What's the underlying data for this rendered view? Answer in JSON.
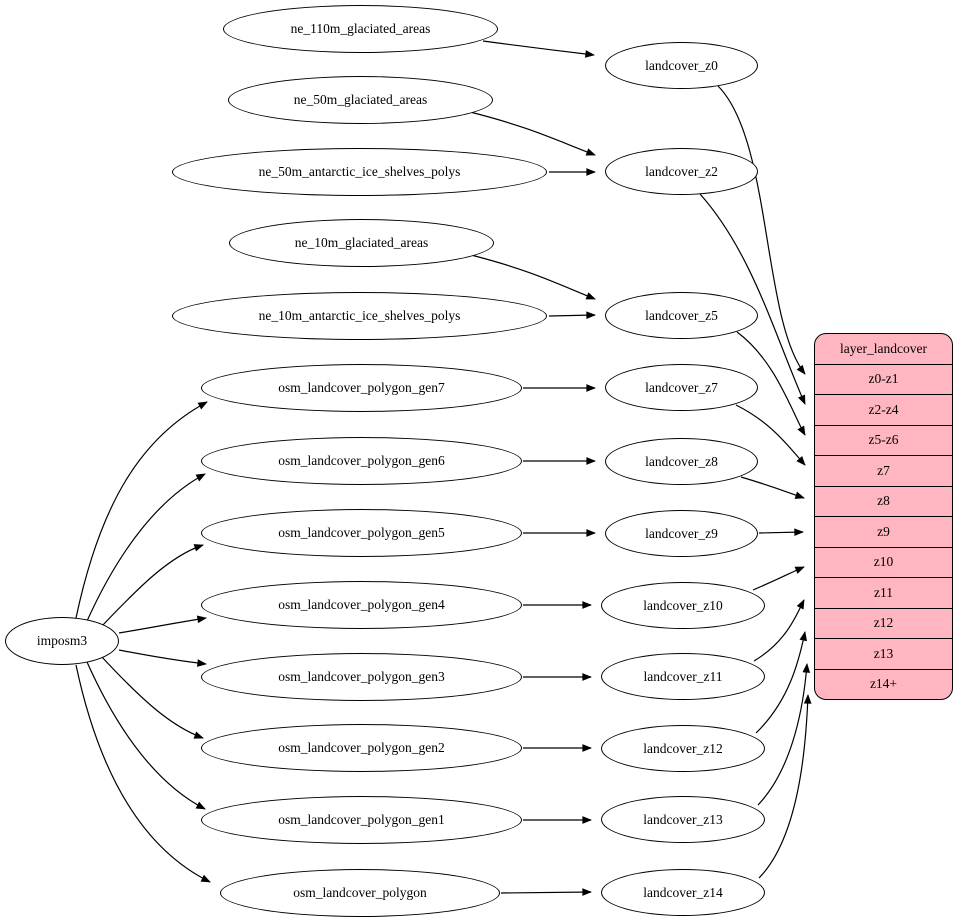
{
  "colors": {
    "background": "#ffffff",
    "node_fill": "#ffffff",
    "node_stroke": "#000000",
    "edge_color": "#000000",
    "record_fill": "#ffb6c1"
  },
  "nodes": {
    "imposm3": "imposm3",
    "ne_110m_glaciated_areas": "ne_110m_glaciated_areas",
    "ne_50m_glaciated_areas": "ne_50m_glaciated_areas",
    "ne_50m_antarctic_ice_shelves_polys": "ne_50m_antarctic_ice_shelves_polys",
    "ne_10m_glaciated_areas": "ne_10m_glaciated_areas",
    "ne_10m_antarctic_ice_shelves_polys": "ne_10m_antarctic_ice_shelves_polys",
    "osm_landcover_polygon_gen7": "osm_landcover_polygon_gen7",
    "osm_landcover_polygon_gen6": "osm_landcover_polygon_gen6",
    "osm_landcover_polygon_gen5": "osm_landcover_polygon_gen5",
    "osm_landcover_polygon_gen4": "osm_landcover_polygon_gen4",
    "osm_landcover_polygon_gen3": "osm_landcover_polygon_gen3",
    "osm_landcover_polygon_gen2": "osm_landcover_polygon_gen2",
    "osm_landcover_polygon_gen1": "osm_landcover_polygon_gen1",
    "osm_landcover_polygon": "osm_landcover_polygon",
    "landcover_z0": "landcover_z0",
    "landcover_z2": "landcover_z2",
    "landcover_z5": "landcover_z5",
    "landcover_z7": "landcover_z7",
    "landcover_z8": "landcover_z8",
    "landcover_z9": "landcover_z9",
    "landcover_z10": "landcover_z10",
    "landcover_z11": "landcover_z11",
    "landcover_z12": "landcover_z12",
    "landcover_z13": "landcover_z13",
    "landcover_z14": "landcover_z14"
  },
  "record": {
    "title": "layer_landcover",
    "rows": [
      "z0-z1",
      "z2-z4",
      "z5-z6",
      "z7",
      "z8",
      "z9",
      "z10",
      "z11",
      "z12",
      "z13",
      "z14+"
    ]
  },
  "edges": [
    {
      "from": "ne_110m_glaciated_areas",
      "to": "landcover_z0"
    },
    {
      "from": "ne_50m_glaciated_areas",
      "to": "landcover_z2"
    },
    {
      "from": "ne_50m_antarctic_ice_shelves_polys",
      "to": "landcover_z2"
    },
    {
      "from": "ne_10m_glaciated_areas",
      "to": "landcover_z5"
    },
    {
      "from": "ne_10m_antarctic_ice_shelves_polys",
      "to": "landcover_z5"
    },
    {
      "from": "imposm3",
      "to": "osm_landcover_polygon_gen7"
    },
    {
      "from": "imposm3",
      "to": "osm_landcover_polygon_gen6"
    },
    {
      "from": "imposm3",
      "to": "osm_landcover_polygon_gen5"
    },
    {
      "from": "imposm3",
      "to": "osm_landcover_polygon_gen4"
    },
    {
      "from": "imposm3",
      "to": "osm_landcover_polygon_gen3"
    },
    {
      "from": "imposm3",
      "to": "osm_landcover_polygon_gen2"
    },
    {
      "from": "imposm3",
      "to": "osm_landcover_polygon_gen1"
    },
    {
      "from": "imposm3",
      "to": "osm_landcover_polygon"
    },
    {
      "from": "osm_landcover_polygon_gen7",
      "to": "landcover_z7"
    },
    {
      "from": "osm_landcover_polygon_gen6",
      "to": "landcover_z8"
    },
    {
      "from": "osm_landcover_polygon_gen5",
      "to": "landcover_z9"
    },
    {
      "from": "osm_landcover_polygon_gen4",
      "to": "landcover_z10"
    },
    {
      "from": "osm_landcover_polygon_gen3",
      "to": "landcover_z11"
    },
    {
      "from": "osm_landcover_polygon_gen2",
      "to": "landcover_z12"
    },
    {
      "from": "osm_landcover_polygon_gen1",
      "to": "landcover_z13"
    },
    {
      "from": "osm_landcover_polygon",
      "to": "landcover_z14"
    },
    {
      "from": "landcover_z0",
      "to": "layer_landcover:z0-z1"
    },
    {
      "from": "landcover_z2",
      "to": "layer_landcover:z2-z4"
    },
    {
      "from": "landcover_z5",
      "to": "layer_landcover:z5-z6"
    },
    {
      "from": "landcover_z7",
      "to": "layer_landcover:z7"
    },
    {
      "from": "landcover_z8",
      "to": "layer_landcover:z8"
    },
    {
      "from": "landcover_z9",
      "to": "layer_landcover:z9"
    },
    {
      "from": "landcover_z10",
      "to": "layer_landcover:z10"
    },
    {
      "from": "landcover_z11",
      "to": "layer_landcover:z11"
    },
    {
      "from": "landcover_z12",
      "to": "layer_landcover:z12"
    },
    {
      "from": "landcover_z13",
      "to": "layer_landcover:z13"
    },
    {
      "from": "landcover_z14",
      "to": "layer_landcover:z14+"
    }
  ]
}
